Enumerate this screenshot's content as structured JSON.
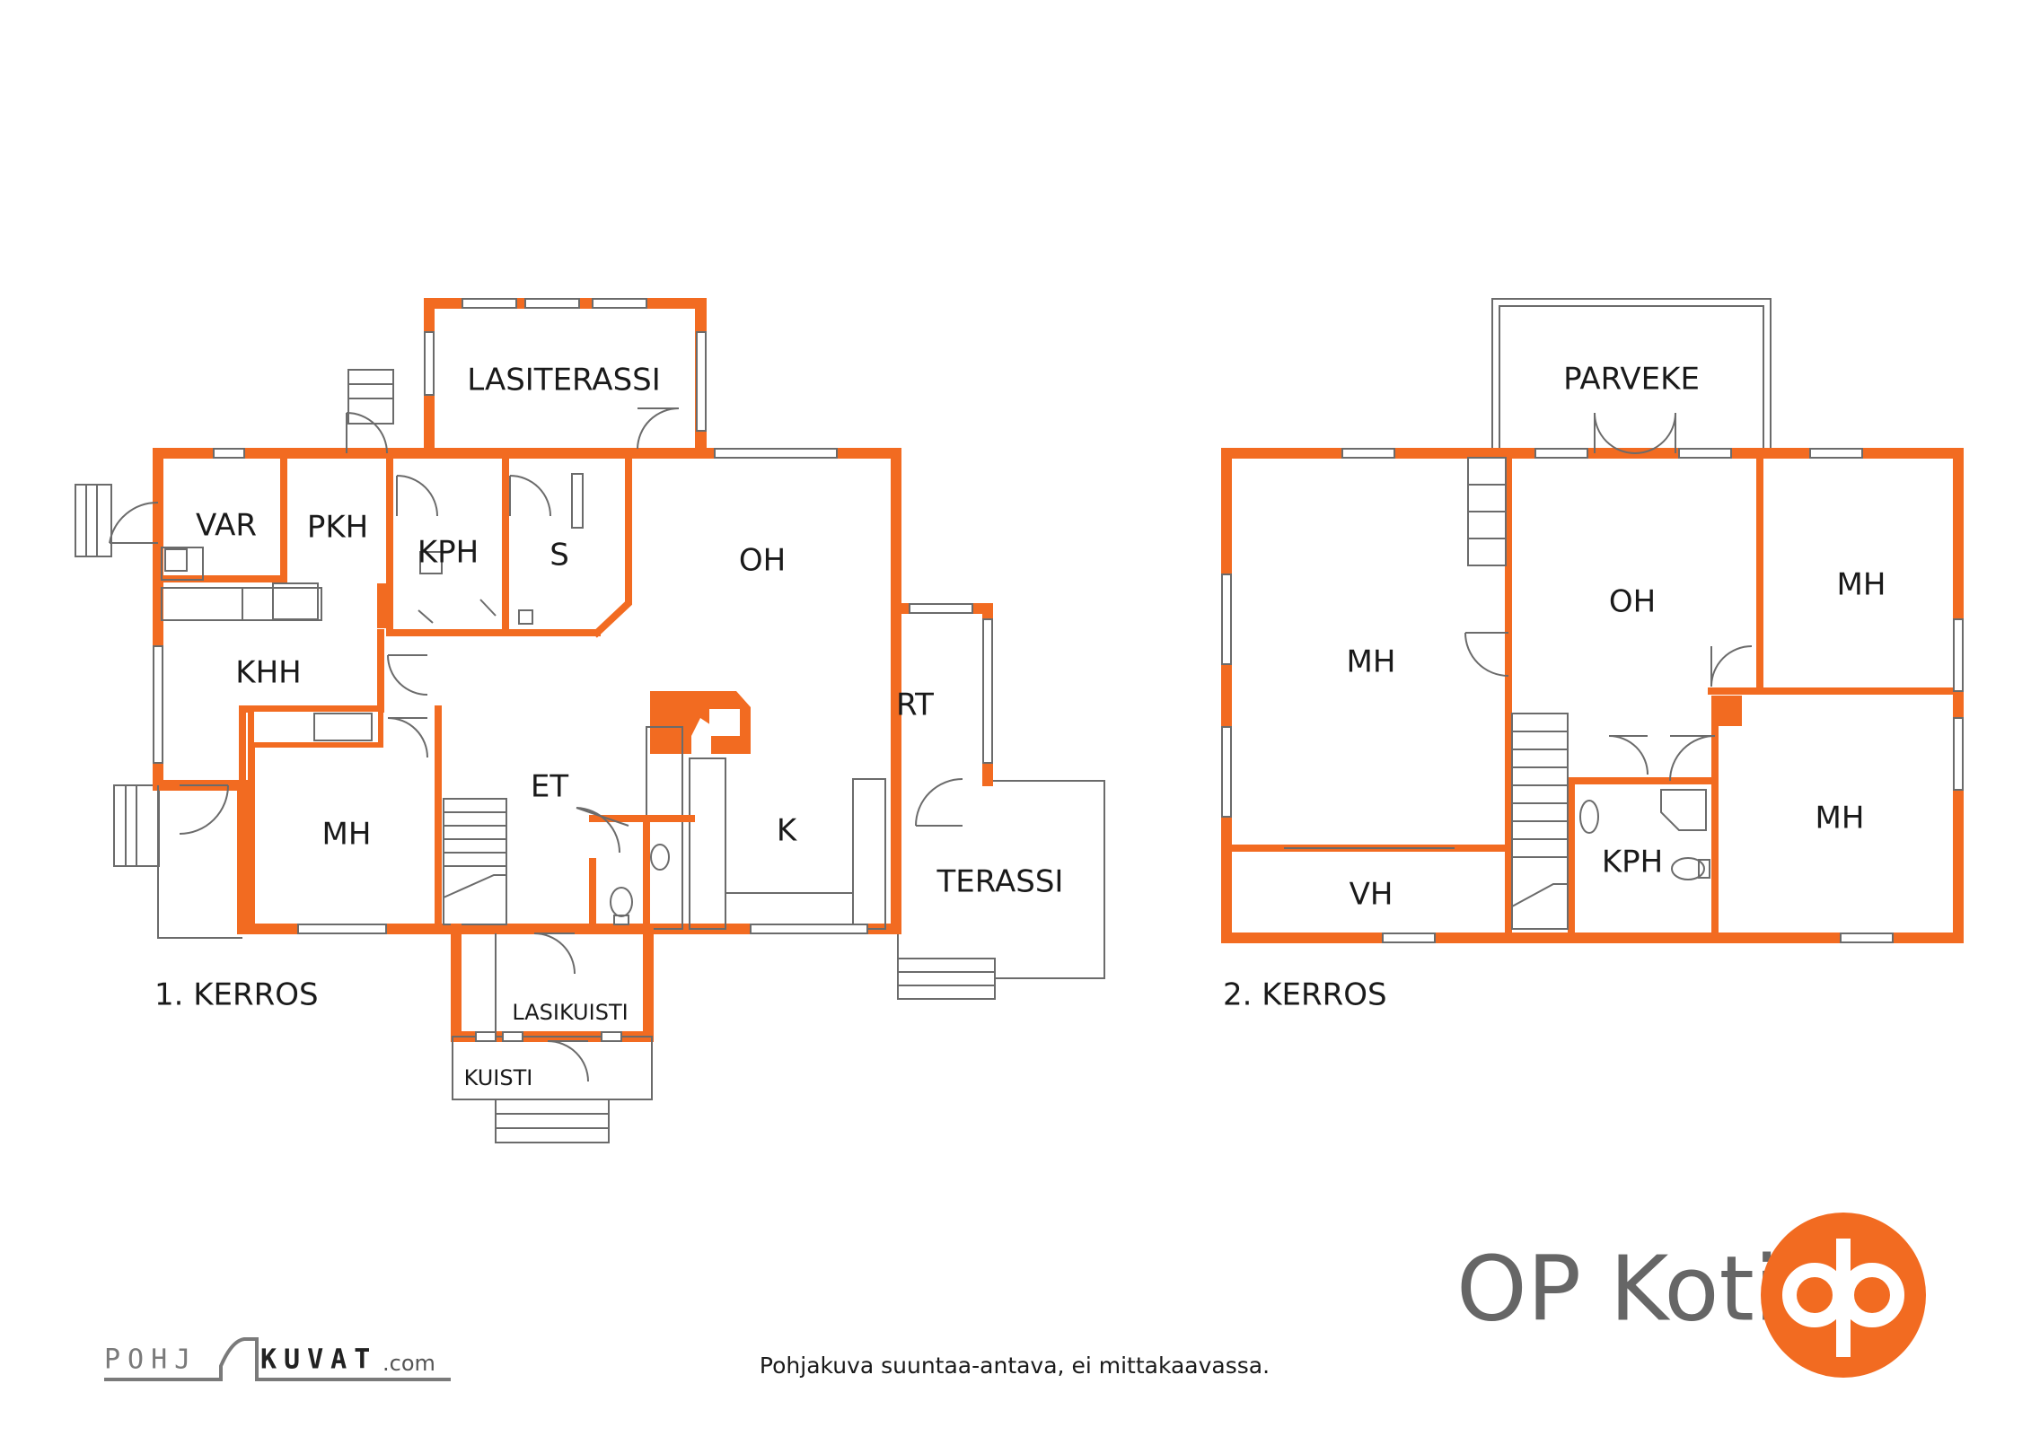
{
  "floor1": {
    "title": "1.  KERROS",
    "rooms": {
      "lasiterassi": "LASITERASSI",
      "var": "VAR",
      "pkh": "PKH",
      "kph": "KPH",
      "s": "S",
      "oh": "OH",
      "khh": "KHH",
      "rt": "RT",
      "mh": "MH",
      "et": "ET",
      "k": "K",
      "terassi": "TERASSI",
      "lasikuisti": "LASIKUISTI",
      "kuisti": "KUISTI"
    }
  },
  "floor2": {
    "title": "2. KERROS",
    "rooms": {
      "parveke": "PARVEKE",
      "mh_left": "MH",
      "oh": "OH",
      "mh_top_right": "MH",
      "mh_bottom_right": "MH",
      "kph": "KPH",
      "vh": "VH"
    }
  },
  "footer": {
    "note": "Pohjakuva suuntaa-antava, ei mittakaavassa.",
    "pohjakuvat_logo": {
      "left": "POHJ",
      "right": "KUVAT",
      "suffix": ".com"
    },
    "op_koti": "OP Koti"
  },
  "colors": {
    "wall": "#f26b21",
    "line": "#6b6b6b",
    "text": "#1a1a1a",
    "brand_text": "#666666"
  },
  "icons": {
    "op_logo": "op-circle-logo",
    "pohjakuvat_logo": "pohjakuvat-roof-logo"
  }
}
